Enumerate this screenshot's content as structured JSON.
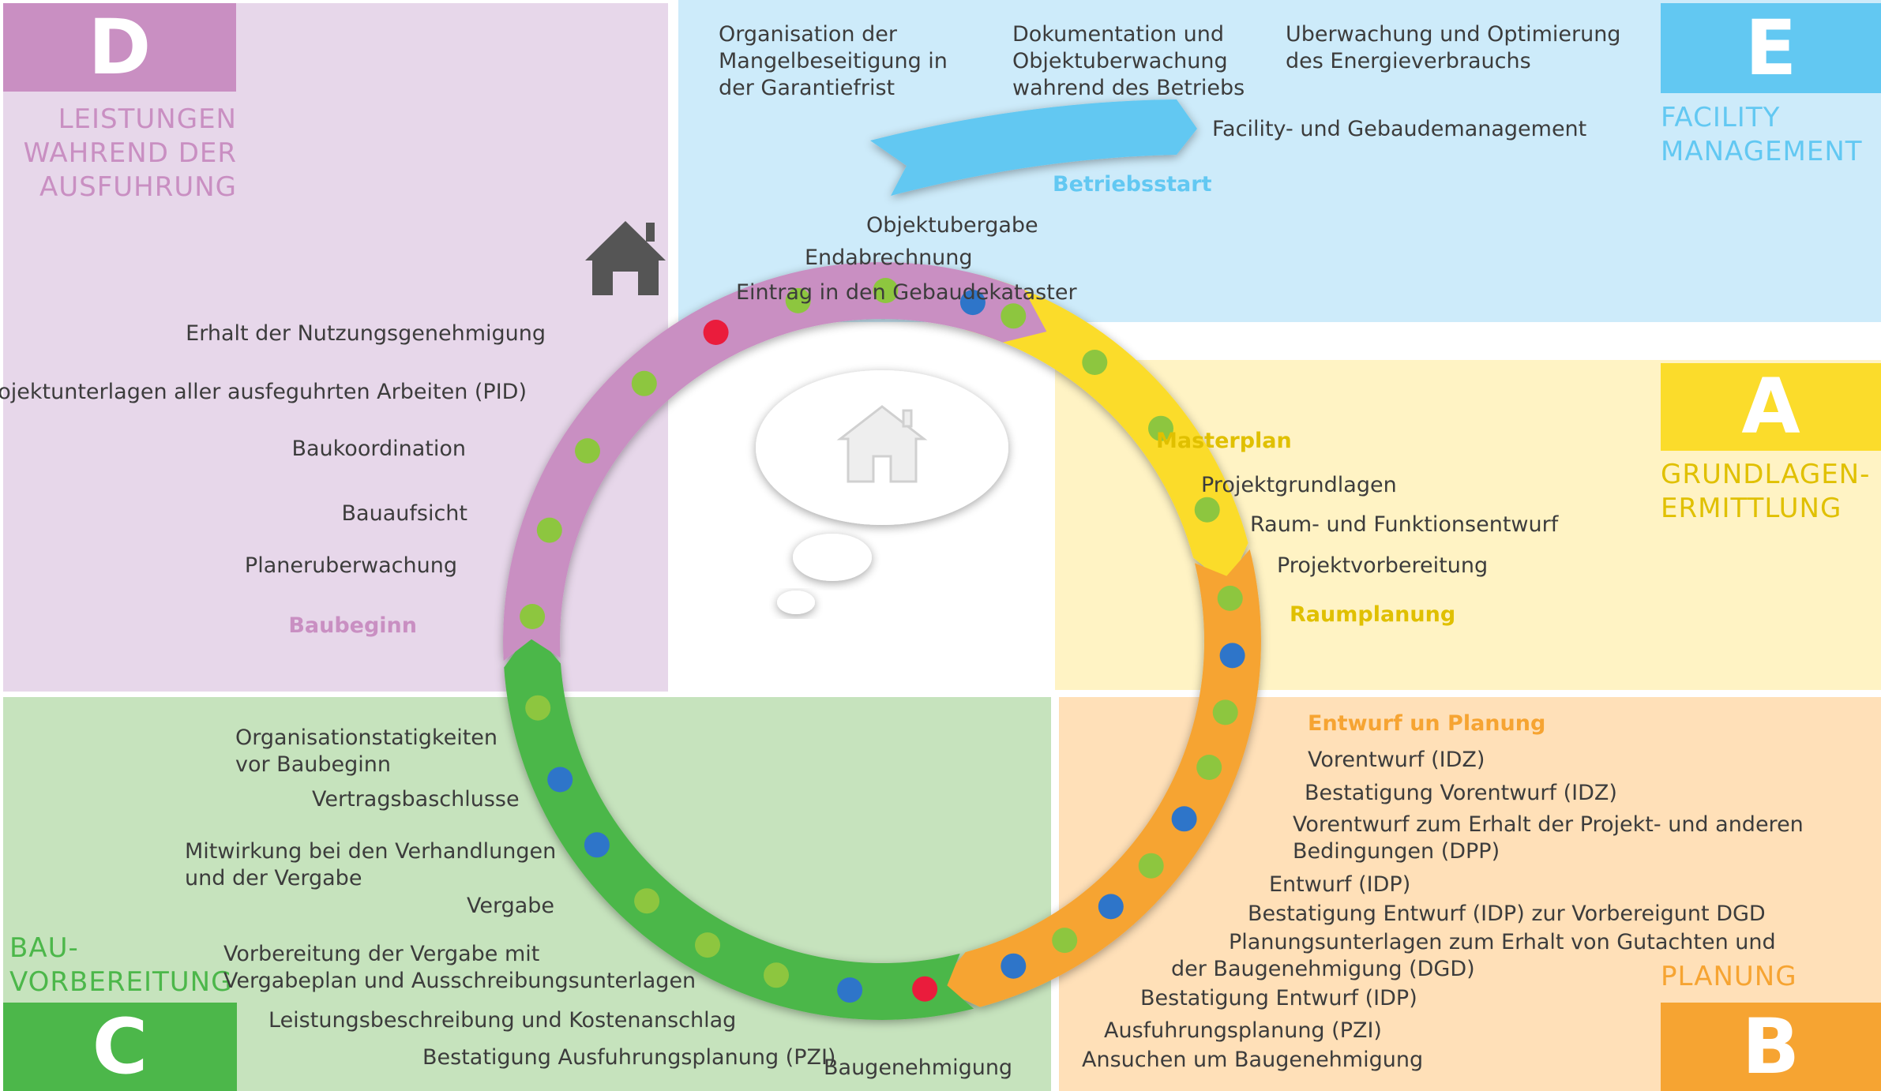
{
  "colors": {
    "phase_d": "#c98fc2",
    "phase_e": "#62c8f2",
    "phase_a": "#fbdc2b",
    "phase_b": "#f6a432",
    "phase_c": "#4cb74a",
    "dot_green": "#8dc63f",
    "dot_blue": "#2e75c9",
    "dot_red": "#ea1c3c"
  },
  "icons": [
    "house-icon",
    "house-thought-bubble-icon"
  ],
  "phases": {
    "d": {
      "letter": "D",
      "title_lines": [
        "LEISTUNGEN",
        "WAHREND DER",
        "AUSFUHRUNG"
      ]
    },
    "e": {
      "letter": "E",
      "title_lines": [
        "FACILITY",
        "MANAGEMENT"
      ]
    },
    "a": {
      "letter": "A",
      "title_lines": [
        "GRUNDLAGEN-",
        "ERMITTLUNG"
      ]
    },
    "b": {
      "letter": "B",
      "title_lines": [
        "PLANUNG"
      ]
    },
    "c": {
      "letter": "C",
      "title_lines": [
        "BAU-",
        "VORBEREITUNG"
      ]
    }
  },
  "labels": {
    "e_top_1": [
      "Organisation der",
      "Mangelbeseitigung in",
      "der Garantiefrist"
    ],
    "e_top_2": [
      "Dokumentation und",
      "Objektuberwachung",
      "wahrend des Betriebs"
    ],
    "e_top_3": [
      "Uberwachung und Optimierung",
      "des Energieverbrauchs"
    ],
    "e_facility": "Facility- und Gebaudemanagement",
    "e_betriebsstart": "Betriebsstart",
    "e_objektubergabe": "Objektubergabe",
    "e_endabrechnung": "Endabrechnung",
    "e_eintrag": "Eintrag in den Gebaudekataster",
    "d_nutzung": "Erhalt der Nutzungsgenehmigung",
    "d_pid": "Projektunterlagen aller ausfeguhrten Arbeiten (PID)",
    "d_baukoordination": "Baukoordination",
    "d_bauaufsicht": "Bauaufsicht",
    "d_planer": "Planeruberwachung",
    "d_baubeginn": "Baubeginn",
    "a_masterplan": "Masterplan",
    "a_grundlagen": "Projektgrundlagen",
    "a_raum": "Raum- und Funktionsentwurf",
    "a_vorbereitung": "Projektvorbereitung",
    "a_raumplanung": "Raumplanung",
    "b_entwurf_planung": "Entwurf un Planung",
    "b_vorentwurf": "Vorentwurf (IDZ)",
    "b_best_vorentwurf": "Bestatigung Vorentwurf (IDZ)",
    "b_vorentwurf_dpp": [
      "Vorentwurf zum Erhalt der Projekt- und anderen",
      "Bedingungen (DPP)"
    ],
    "b_entwurf": "Entwurf (IDP)",
    "b_best_entwurf_dgd": "Bestatigung Entwurf (IDP) zur Vorbereigunt DGD",
    "b_planungsunterlagen": [
      "Planungsunterlagen zum Erhalt von Gutachten und",
      "der Baugenehmigung (DGD)"
    ],
    "b_best_entwurf": "Bestatigung Entwurf (IDP)",
    "b_ausfuhrung": "Ausfuhrungsplanung (PZI)",
    "b_ansuchen": "Ansuchen um Baugenehmigung",
    "c_organisation": [
      "Organisationstatigkeiten",
      "vor Baubeginn"
    ],
    "c_vertrags": "Vertragsbaschlusse",
    "c_mitwirkung": [
      "Mitwirkung bei den Verhandlungen",
      "und der Vergabe"
    ],
    "c_vergabe": "Vergabe",
    "c_vorbereitung": [
      "Vorbereitung der Vergabe mit",
      "Vergabeplan und Ausschreibungsunterlagen"
    ],
    "c_leistung": "Leistungsbeschreibung und Kostenanschlag",
    "c_best_ausfuhrung": "Bestatigung Ausfuhrungsplanung (PZI)",
    "c_baugenehmigung": "Baugenehmigung"
  },
  "milestones": [
    {
      "phase": "a",
      "kind": "green"
    },
    {
      "phase": "a",
      "kind": "green"
    },
    {
      "phase": "a",
      "kind": "green"
    },
    {
      "phase": "a",
      "kind": "green"
    },
    {
      "phase": "b",
      "kind": "green"
    },
    {
      "phase": "b",
      "kind": "blue"
    },
    {
      "phase": "b",
      "kind": "green"
    },
    {
      "phase": "b",
      "kind": "green"
    },
    {
      "phase": "b",
      "kind": "blue"
    },
    {
      "phase": "b",
      "kind": "green"
    },
    {
      "phase": "b",
      "kind": "blue"
    },
    {
      "phase": "b",
      "kind": "green"
    },
    {
      "phase": "b",
      "kind": "blue"
    },
    {
      "phase": "c",
      "kind": "red"
    },
    {
      "phase": "c",
      "kind": "blue"
    },
    {
      "phase": "c",
      "kind": "green"
    },
    {
      "phase": "c",
      "kind": "green"
    },
    {
      "phase": "c",
      "kind": "green"
    },
    {
      "phase": "c",
      "kind": "blue"
    },
    {
      "phase": "c",
      "kind": "blue"
    },
    {
      "phase": "c",
      "kind": "green"
    },
    {
      "phase": "d",
      "kind": "green"
    },
    {
      "phase": "d",
      "kind": "green"
    },
    {
      "phase": "d",
      "kind": "green"
    },
    {
      "phase": "d",
      "kind": "green"
    },
    {
      "phase": "d",
      "kind": "red"
    },
    {
      "phase": "d",
      "kind": "green"
    },
    {
      "phase": "d",
      "kind": "green"
    },
    {
      "phase": "d",
      "kind": "blue"
    }
  ]
}
